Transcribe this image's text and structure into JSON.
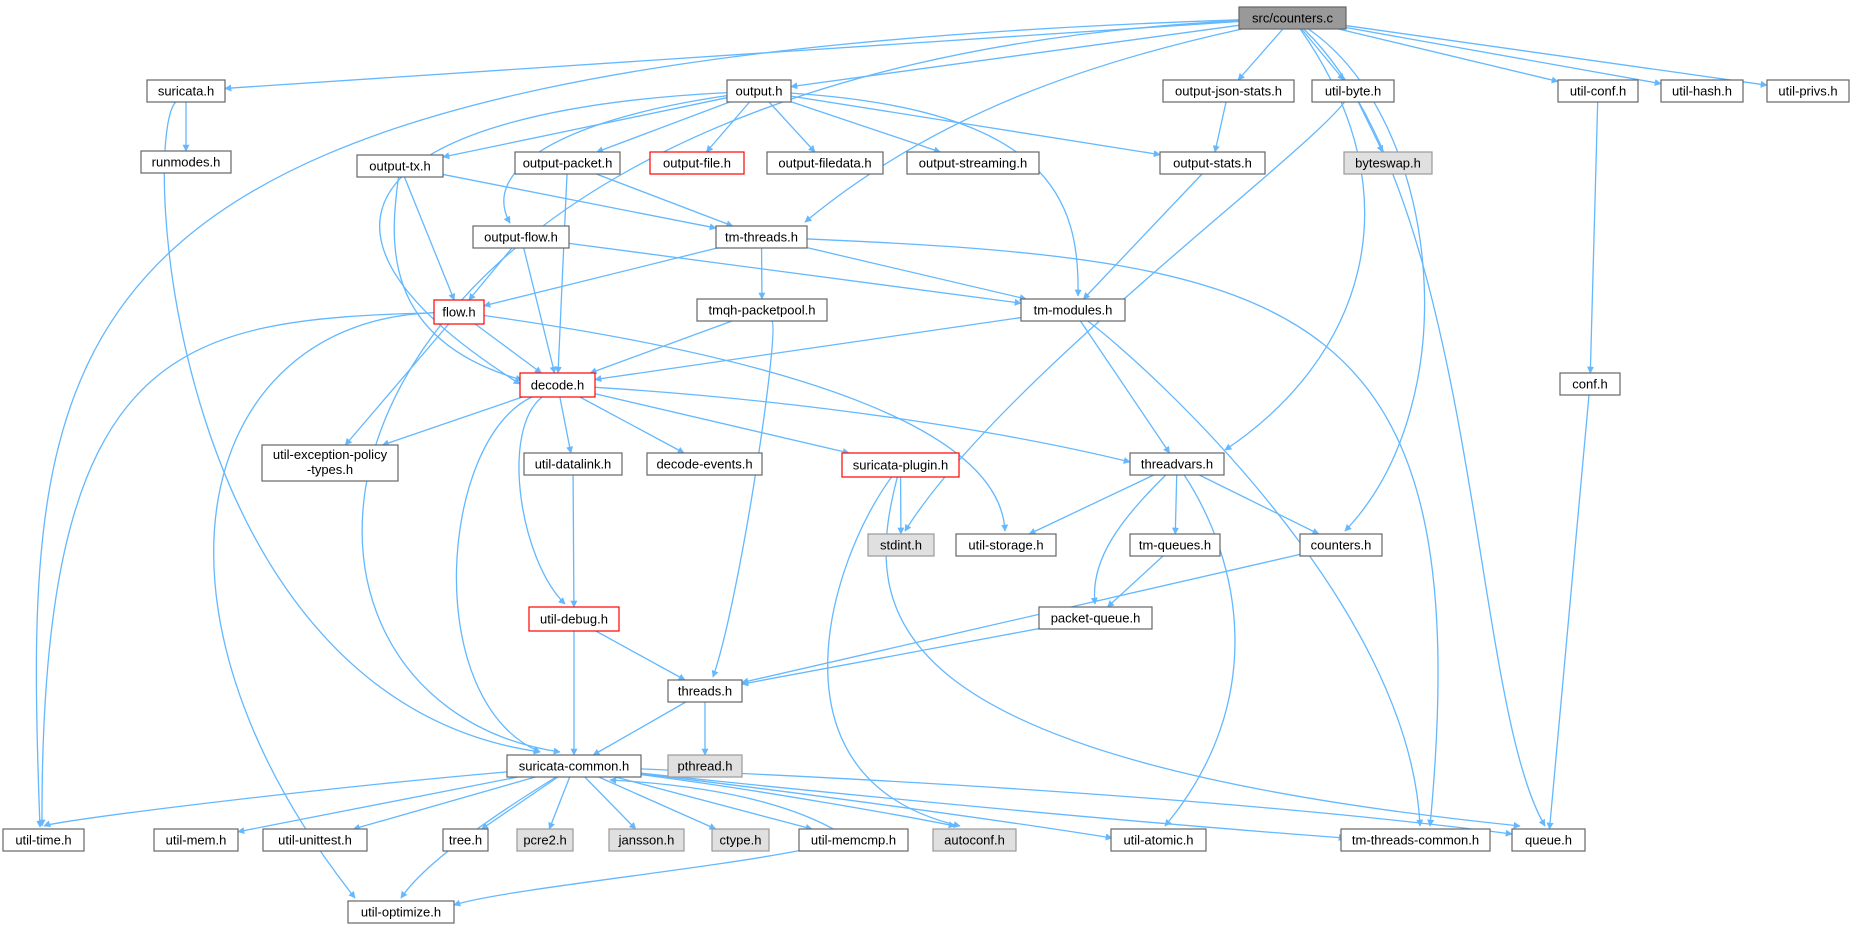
{
  "graph": {
    "root": "src/counters.c",
    "colors": {
      "edge": "#63b8ff",
      "normal_fill": "#ffffff",
      "normal_border": "#666666",
      "root_fill": "#999999",
      "root_border": "#666666",
      "incomplete_border": "#ff0000",
      "system_fill": "#e0e0e0",
      "system_border": "#999999"
    },
    "nodes": [
      {
        "id": "src/counters.c",
        "kind": "root"
      },
      {
        "id": "suricata.h",
        "kind": "normal"
      },
      {
        "id": "runmodes.h",
        "kind": "normal"
      },
      {
        "id": "output.h",
        "kind": "normal"
      },
      {
        "id": "output-tx.h",
        "kind": "normal"
      },
      {
        "id": "output-packet.h",
        "kind": "normal"
      },
      {
        "id": "output-file.h",
        "kind": "incomplete"
      },
      {
        "id": "output-filedata.h",
        "kind": "normal"
      },
      {
        "id": "output-streaming.h",
        "kind": "normal"
      },
      {
        "id": "output-json-stats.h",
        "kind": "normal"
      },
      {
        "id": "output-stats.h",
        "kind": "normal"
      },
      {
        "id": "util-byte.h",
        "kind": "normal"
      },
      {
        "id": "byteswap.h",
        "kind": "system"
      },
      {
        "id": "util-conf.h",
        "kind": "normal"
      },
      {
        "id": "util-hash.h",
        "kind": "normal"
      },
      {
        "id": "util-privs.h",
        "kind": "normal"
      },
      {
        "id": "output-flow.h",
        "kind": "normal"
      },
      {
        "id": "tm-threads.h",
        "kind": "normal"
      },
      {
        "id": "flow.h",
        "kind": "incomplete"
      },
      {
        "id": "tmqh-packetpool.h",
        "kind": "normal"
      },
      {
        "id": "tm-modules.h",
        "kind": "normal"
      },
      {
        "id": "conf.h",
        "kind": "normal"
      },
      {
        "id": "decode.h",
        "kind": "incomplete"
      },
      {
        "id": "util-exception-policy-types.h",
        "label_lines": [
          "util-exception-policy",
          "-types.h"
        ],
        "kind": "normal"
      },
      {
        "id": "util-datalink.h",
        "kind": "normal"
      },
      {
        "id": "decode-events.h",
        "kind": "normal"
      },
      {
        "id": "suricata-plugin.h",
        "kind": "incomplete"
      },
      {
        "id": "threadvars.h",
        "kind": "normal"
      },
      {
        "id": "stdint.h",
        "kind": "system"
      },
      {
        "id": "util-storage.h",
        "kind": "normal"
      },
      {
        "id": "tm-queues.h",
        "kind": "normal"
      },
      {
        "id": "counters.h",
        "kind": "normal"
      },
      {
        "id": "util-debug.h",
        "kind": "incomplete"
      },
      {
        "id": "packet-queue.h",
        "kind": "normal"
      },
      {
        "id": "threads.h",
        "kind": "normal"
      },
      {
        "id": "pthread.h",
        "kind": "system"
      },
      {
        "id": "suricata-common.h",
        "kind": "normal"
      },
      {
        "id": "util-time.h",
        "kind": "normal"
      },
      {
        "id": "util-mem.h",
        "kind": "normal"
      },
      {
        "id": "util-unittest.h",
        "kind": "normal"
      },
      {
        "id": "tree.h",
        "kind": "normal"
      },
      {
        "id": "pcre2.h",
        "kind": "system"
      },
      {
        "id": "jansson.h",
        "kind": "system"
      },
      {
        "id": "ctype.h",
        "kind": "system"
      },
      {
        "id": "util-memcmp.h",
        "kind": "normal"
      },
      {
        "id": "autoconf.h",
        "kind": "system"
      },
      {
        "id": "util-atomic.h",
        "kind": "normal"
      },
      {
        "id": "tm-threads-common.h",
        "kind": "normal"
      },
      {
        "id": "queue.h",
        "kind": "normal"
      },
      {
        "id": "util-optimize.h",
        "kind": "normal"
      }
    ],
    "edges": [
      [
        "src/counters.c",
        "suricata.h"
      ],
      [
        "src/counters.c",
        "output.h"
      ],
      [
        "src/counters.c",
        "tm-threads.h"
      ],
      [
        "src/counters.c",
        "output-json-stats.h"
      ],
      [
        "src/counters.c",
        "util-byte.h"
      ],
      [
        "src/counters.c",
        "threadvars.h"
      ],
      [
        "src/counters.c",
        "counters.h"
      ],
      [
        "src/counters.c",
        "util-conf.h"
      ],
      [
        "src/counters.c",
        "util-hash.h"
      ],
      [
        "src/counters.c",
        "util-privs.h"
      ],
      [
        "src/counters.c",
        "util-time.h"
      ],
      [
        "src/counters.c",
        "suricata-common.h"
      ],
      [
        "src/counters.c",
        "queue.h"
      ],
      [
        "suricata.h",
        "runmodes.h"
      ],
      [
        "suricata.h",
        "suricata-common.h"
      ],
      [
        "output.h",
        "output-tx.h"
      ],
      [
        "output.h",
        "output-packet.h"
      ],
      [
        "output.h",
        "output-file.h"
      ],
      [
        "output.h",
        "output-filedata.h"
      ],
      [
        "output.h",
        "output-streaming.h"
      ],
      [
        "output.h",
        "output-stats.h"
      ],
      [
        "output.h",
        "output-flow.h"
      ],
      [
        "output.h",
        "decode.h"
      ],
      [
        "output.h",
        "tm-modules.h"
      ],
      [
        "output-json-stats.h",
        "output-stats.h"
      ],
      [
        "util-byte.h",
        "byteswap.h"
      ],
      [
        "util-byte.h",
        "stdint.h"
      ],
      [
        "util-conf.h",
        "conf.h"
      ],
      [
        "conf.h",
        "queue.h"
      ],
      [
        "output-tx.h",
        "tm-threads.h"
      ],
      [
        "output-tx.h",
        "flow.h"
      ],
      [
        "output-tx.h",
        "decode.h"
      ],
      [
        "output-packet.h",
        "tm-threads.h"
      ],
      [
        "output-packet.h",
        "decode.h"
      ],
      [
        "output-stats.h",
        "tm-modules.h"
      ],
      [
        "output-flow.h",
        "flow.h"
      ],
      [
        "output-flow.h",
        "decode.h"
      ],
      [
        "output-flow.h",
        "tm-modules.h"
      ],
      [
        "tm-threads.h",
        "flow.h"
      ],
      [
        "tm-threads.h",
        "tmqh-packetpool.h"
      ],
      [
        "tm-threads.h",
        "tm-modules.h"
      ],
      [
        "tm-threads.h",
        "tm-threads-common.h"
      ],
      [
        "flow.h",
        "decode.h"
      ],
      [
        "flow.h",
        "util-exception-policy-types.h"
      ],
      [
        "flow.h",
        "util-storage.h"
      ],
      [
        "flow.h",
        "util-time.h"
      ],
      [
        "flow.h",
        "util-optimize.h"
      ],
      [
        "tmqh-packetpool.h",
        "decode.h"
      ],
      [
        "tmqh-packetpool.h",
        "threads.h"
      ],
      [
        "tm-modules.h",
        "decode.h"
      ],
      [
        "tm-modules.h",
        "threadvars.h"
      ],
      [
        "tm-modules.h",
        "tm-threads-common.h"
      ],
      [
        "decode.h",
        "util-exception-policy-types.h"
      ],
      [
        "decode.h",
        "util-datalink.h"
      ],
      [
        "decode.h",
        "decode-events.h"
      ],
      [
        "decode.h",
        "suricata-plugin.h"
      ],
      [
        "decode.h",
        "threadvars.h"
      ],
      [
        "decode.h",
        "util-debug.h"
      ],
      [
        "decode.h",
        "suricata-common.h"
      ],
      [
        "util-datalink.h",
        "util-debug.h"
      ],
      [
        "suricata-plugin.h",
        "stdint.h"
      ],
      [
        "suricata-plugin.h",
        "autoconf.h"
      ],
      [
        "suricata-plugin.h",
        "queue.h"
      ],
      [
        "threadvars.h",
        "util-storage.h"
      ],
      [
        "threadvars.h",
        "tm-queues.h"
      ],
      [
        "threadvars.h",
        "counters.h"
      ],
      [
        "threadvars.h",
        "packet-queue.h"
      ],
      [
        "threadvars.h",
        "util-atomic.h"
      ],
      [
        "tm-queues.h",
        "packet-queue.h"
      ],
      [
        "counters.h",
        "threads.h"
      ],
      [
        "packet-queue.h",
        "threads.h"
      ],
      [
        "util-debug.h",
        "threads.h"
      ],
      [
        "util-debug.h",
        "suricata-common.h"
      ],
      [
        "threads.h",
        "pthread.h"
      ],
      [
        "threads.h",
        "suricata-common.h"
      ],
      [
        "suricata-common.h",
        "util-time.h"
      ],
      [
        "suricata-common.h",
        "util-mem.h"
      ],
      [
        "suricata-common.h",
        "util-unittest.h"
      ],
      [
        "suricata-common.h",
        "tree.h"
      ],
      [
        "suricata-common.h",
        "pcre2.h"
      ],
      [
        "suricata-common.h",
        "jansson.h"
      ],
      [
        "suricata-common.h",
        "ctype.h"
      ],
      [
        "suricata-common.h",
        "util-memcmp.h"
      ],
      [
        "suricata-common.h",
        "autoconf.h"
      ],
      [
        "suricata-common.h",
        "util-atomic.h"
      ],
      [
        "suricata-common.h",
        "tm-threads-common.h"
      ],
      [
        "suricata-common.h",
        "queue.h"
      ],
      [
        "suricata-common.h",
        "util-optimize.h"
      ],
      [
        "util-memcmp.h",
        "suricata-common.h"
      ],
      [
        "util-memcmp.h",
        "util-optimize.h"
      ]
    ]
  }
}
